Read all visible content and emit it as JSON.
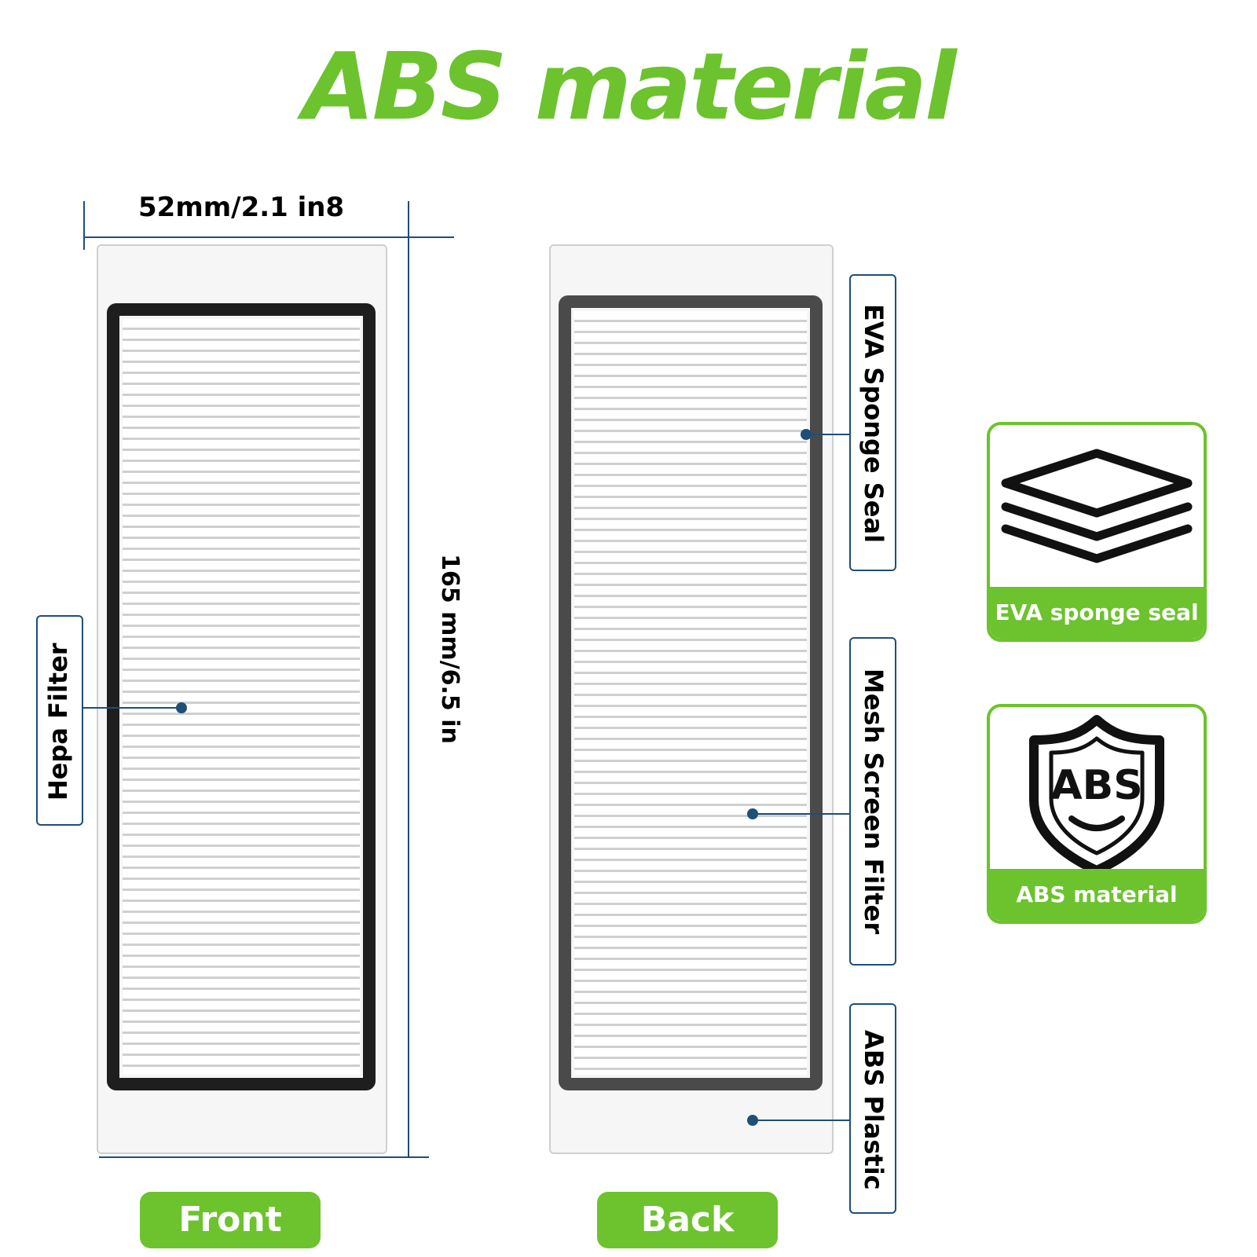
{
  "colors": {
    "accent": "#6cc32d",
    "line": "#1f4e79",
    "frame": "#1e1e1e"
  },
  "headline": "ABS material",
  "dimensions": {
    "width_label": "52mm/2.1 in8",
    "height_label": "165 mm/6.5 in"
  },
  "callouts": {
    "hepa": "Hepa Filter",
    "eva": "EVA Sponge Seal",
    "mesh": "Mesh Screen Filter",
    "abs_plastic": "ABS Plastic"
  },
  "labels": {
    "front": "Front",
    "back": "Back"
  },
  "features": [
    {
      "label": "EVA sponge seal",
      "icon": "layers-icon"
    },
    {
      "label": "ABS material",
      "icon": "shield-icon",
      "icon_text": "ABS"
    }
  ]
}
